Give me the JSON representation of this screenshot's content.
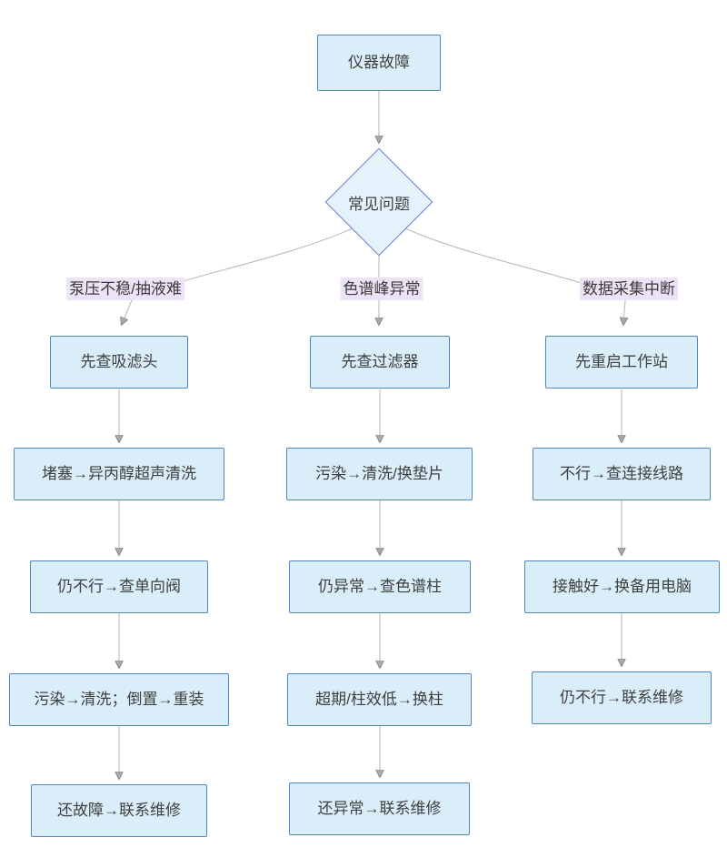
{
  "diagram": {
    "type": "flowchart",
    "root_node": "仪器故障",
    "decision_node": "常见问题",
    "branches": [
      {
        "label": "泵压不稳/抽液难",
        "steps": [
          "先查吸滤头",
          "堵塞→异丙醇超声清洗",
          "仍不行→查单向阀",
          "污染→清洗；倒置→重装",
          "还故障→联系维修"
        ]
      },
      {
        "label": "色谱峰异常",
        "steps": [
          "先查过滤器",
          "污染→清洗/换垫片",
          "仍异常→查色谱柱",
          "超期/柱效低→换柱",
          "还异常→联系维修"
        ]
      },
      {
        "label": "数据采集中断",
        "steps": [
          "先重启工作站",
          "不行→查连接线路",
          "接触好→换备用电脑",
          "仍不行→联系维修"
        ]
      }
    ],
    "colors": {
      "node_fill": "#daeefa",
      "node_border": "#4f88c5",
      "decision_fill": "#e3f2fb",
      "decision_border": "#6679d9",
      "label_bg": "#ece4f6",
      "edge_color": "#b5b5b5",
      "arrow_fill": "#a8a8a8",
      "text_color": "#3f3f3f"
    }
  }
}
